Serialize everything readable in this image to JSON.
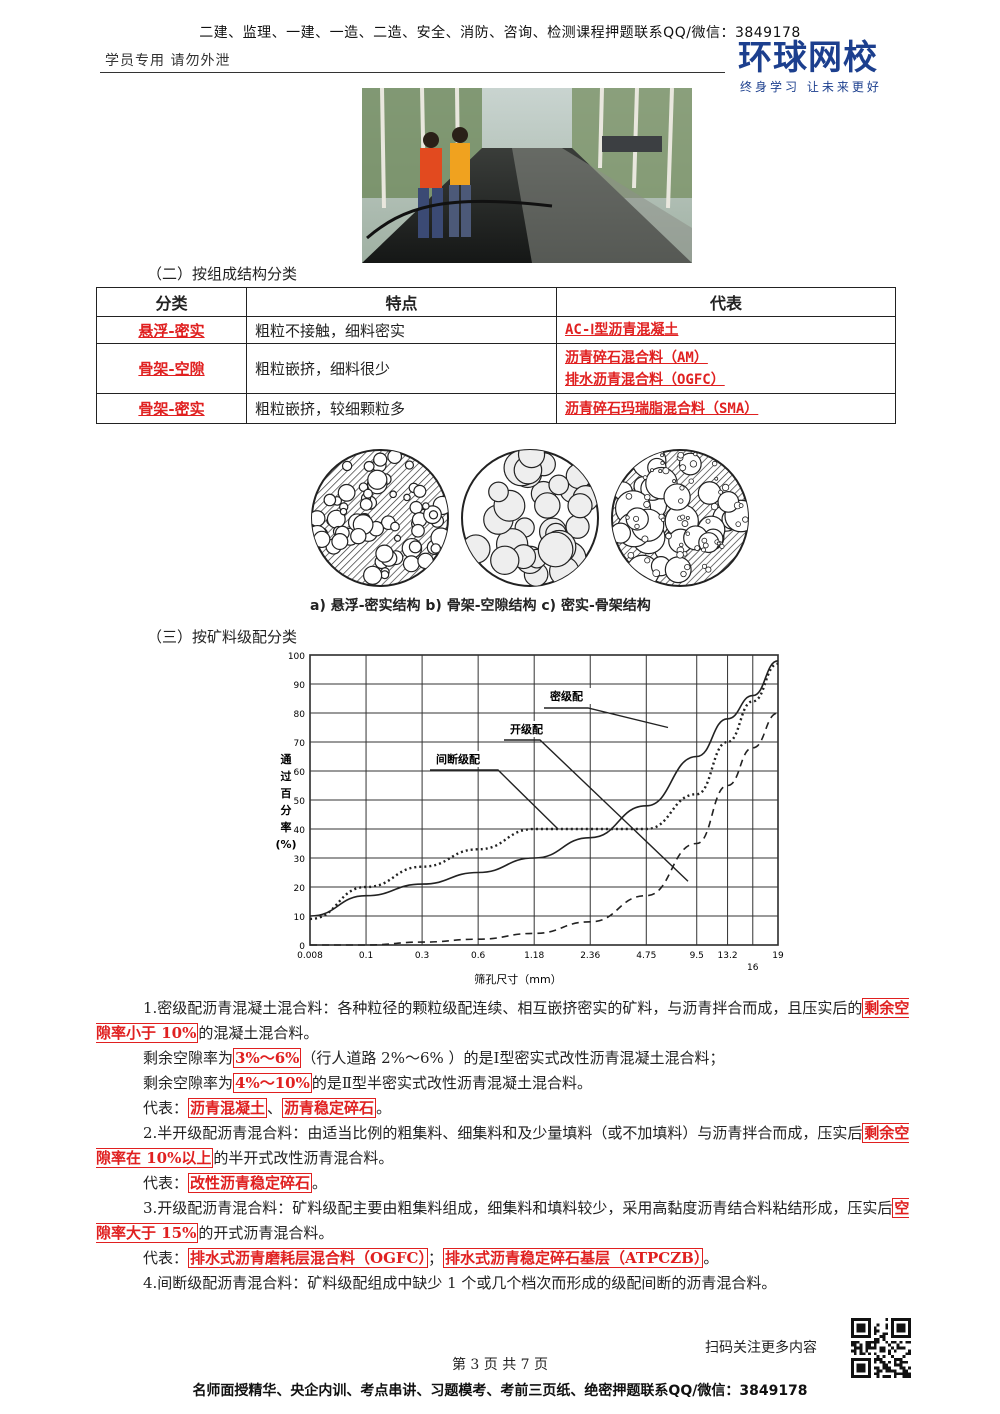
{
  "header": {
    "banner": "二建、监理、一建、一造、二造、安全、消防、咨询、检测课程押题联系QQ/微信：3849178",
    "left": "学员专用 请勿外泄",
    "logo_main": "环球网校",
    "logo_sub": "终身学习 让未来更好"
  },
  "section2": {
    "title": "（二）按组成结构分类",
    "headers": [
      "分类",
      "特点",
      "代表"
    ],
    "rows": [
      {
        "type": "悬浮-密实",
        "feature": "粗粒不接触，细料密实",
        "reps": [
          "AC-Ⅰ型沥青混凝土"
        ]
      },
      {
        "type": "骨架-空隙",
        "feature": "粗粒嵌挤，细料很少",
        "reps": [
          "沥青碎石混合料（AM）",
          "排水沥青混合料（OGFC）"
        ]
      },
      {
        "type": "骨架-密实",
        "feature": "粗粒嵌挤，较细颗粒多",
        "reps": [
          "沥青碎石玛瑞脂混合料（SMA）"
        ]
      }
    ],
    "figure_caption": "a) 悬浮-密实结构   b) 骨架-空隙结构   c) 密实-骨架结构"
  },
  "section3": {
    "title": "（三）按矿料级配分类"
  },
  "chart_data": {
    "type": "line",
    "xlabel": "筛孔尺寸（mm）",
    "ylabel": "通过百分率(%)",
    "x_ticks": [
      "0.008",
      "0.1",
      "0.3",
      "0.6",
      "1.18",
      "2.36",
      "4.75",
      "9.5",
      "13.2",
      "16",
      "19"
    ],
    "y_ticks": [
      "0",
      "10",
      "20",
      "30",
      "40",
      "50",
      "60",
      "70",
      "80",
      "90",
      "100"
    ],
    "ylim": [
      0,
      100
    ],
    "series": [
      {
        "name": "密级配",
        "x": [
          "0.008",
          "0.1",
          "0.3",
          "0.6",
          "1.18",
          "2.36",
          "4.75",
          "9.5",
          "13.2",
          "16",
          "19"
        ],
        "values": [
          10,
          17,
          21,
          25,
          30,
          37,
          48,
          65,
          78,
          86,
          98
        ]
      },
      {
        "name": "开级配",
        "x": [
          "0.008",
          "0.1",
          "0.3",
          "0.6",
          "1.18",
          "2.36",
          "4.75",
          "9.5",
          "13.2",
          "16",
          "19"
        ],
        "values": [
          0,
          0,
          1,
          2,
          4,
          8,
          17,
          35,
          55,
          68,
          80
        ]
      },
      {
        "name": "间断级配",
        "x": [
          "0.008",
          "0.1",
          "0.3",
          "0.6",
          "1.18",
          "2.36",
          "4.75",
          "9.5",
          "13.2",
          "16",
          "19"
        ],
        "values": [
          9,
          20,
          27,
          33,
          40,
          40,
          40,
          52,
          70,
          84,
          97
        ]
      }
    ],
    "grid": true
  },
  "body": {
    "p1_a": "1.密级配沥青混凝土混合料：各种粒径的颗粒级配连续、相互嵌挤密实的矿料，与沥青拌合而成，且压实后的",
    "p1_hl": "剩余空隙率小于 10%",
    "p1_b": "的混凝土混合料。",
    "p2_a": "剩余空隙率为",
    "p2_hl": "3%～6%",
    "p2_b": "（行人道路 2%～6% ）的是Ⅰ型密实式改性沥青混凝土混合料；",
    "p3_a": "剩余空隙率为",
    "p3_hl": "4%～10%",
    "p3_b": "的是Ⅱ型半密实式改性沥青混凝土混合料。",
    "p4_a": "代表：",
    "p4_hl1": "沥青混凝土",
    "p4_sep": "、",
    "p4_hl2": "沥青稳定碎石",
    "p4_b": "。",
    "p5_a": "2.半开级配沥青混合料：由适当比例的粗集料、细集料和及少量填料（或不加填料）与沥青拌合而成，压实后",
    "p5_hl": "剩余空隙率在 10%以上",
    "p5_b": "的半开式改性沥青混合料。",
    "p6_a": "代表：",
    "p6_hl": "改性沥青稳定碎石",
    "p6_b": "。",
    "p7_a": "3.开级配沥青混合料：矿料级配主要由粗集料组成，细集料和填料较少，采用高黏度沥青结合料粘结形成，压实后",
    "p7_hl": "空隙率大于 15%",
    "p7_b": "的开式沥青混合料。",
    "p8_a": "代表：",
    "p8_hl1": "排水式沥青磨耗层混合料（OGFC）",
    "p8_sep": "；",
    "p8_hl2": "排水式沥青稳定碎石基层（ATPCZB）",
    "p8_b": "。",
    "p9": "4.间断级配沥青混合料：矿料级配组成中缺少 1 个或几个档次而形成的级配间断的沥青混合料。"
  },
  "footer": {
    "qr_text": "扫码关注更多内容",
    "page": "第 3 页 共 7 页",
    "banner": "名师面授精华、央企内训、考点串讲、习题模考、考前三页纸、绝密押题联系QQ/微信：3849178"
  }
}
